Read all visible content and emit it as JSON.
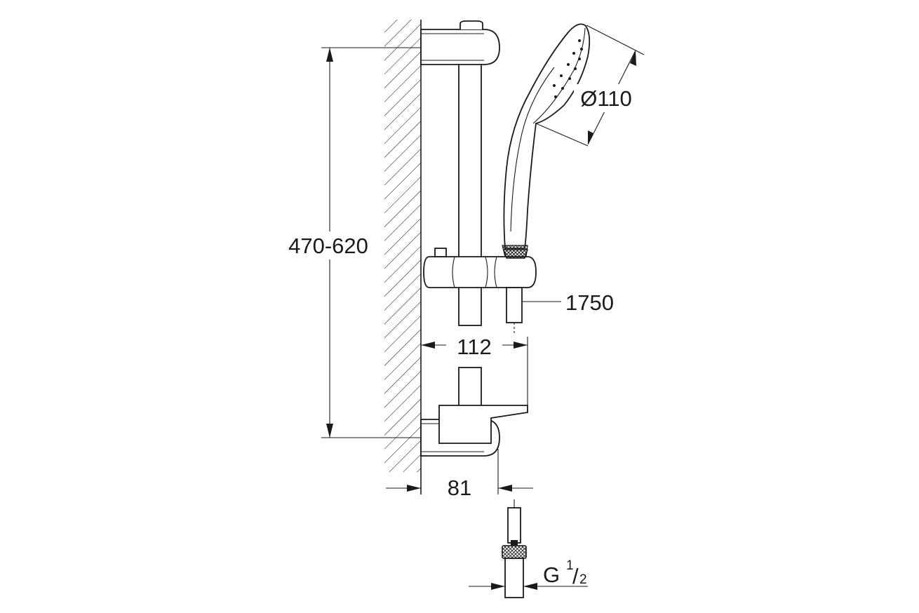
{
  "diagram": {
    "dimensions": {
      "rail_height": "470-620",
      "head_diameter": "Ø110",
      "hose_length": "1750",
      "holder_offset": "112",
      "wall_offset": "81",
      "thread_main": "G",
      "thread_num": "1",
      "thread_den": "2"
    },
    "colors": {
      "stroke": "#1a1a1a",
      "background": "#ffffff"
    }
  }
}
